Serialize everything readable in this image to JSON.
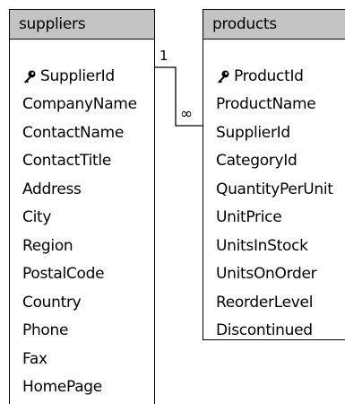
{
  "tables": [
    {
      "name": "suppliers",
      "fields": [
        {
          "label": "SupplierId",
          "key": true
        },
        {
          "label": "CompanyName",
          "key": false
        },
        {
          "label": "ContactName",
          "key": false
        },
        {
          "label": "ContactTitle",
          "key": false
        },
        {
          "label": "Address",
          "key": false
        },
        {
          "label": "City",
          "key": false
        },
        {
          "label": "Region",
          "key": false
        },
        {
          "label": "PostalCode",
          "key": false
        },
        {
          "label": "Country",
          "key": false
        },
        {
          "label": "Phone",
          "key": false
        },
        {
          "label": "Fax",
          "key": false
        },
        {
          "label": "HomePage",
          "key": false
        }
      ]
    },
    {
      "name": "products",
      "fields": [
        {
          "label": "ProductId",
          "key": true
        },
        {
          "label": "ProductName",
          "key": false
        },
        {
          "label": "SupplierId",
          "key": false
        },
        {
          "label": "CategoryId",
          "key": false
        },
        {
          "label": "QuantityPerUnit",
          "key": false
        },
        {
          "label": "UnitPrice",
          "key": false
        },
        {
          "label": "UnitsInStock",
          "key": false
        },
        {
          "label": "UnitsOnOrder",
          "key": false
        },
        {
          "label": "ReorderLevel",
          "key": false
        },
        {
          "label": "Discontinued",
          "key": false
        }
      ]
    }
  ],
  "relationship": {
    "one_label": "1",
    "many_label": "∞"
  },
  "colors": {
    "header_bg": "#c4c4c4",
    "line": "#000000",
    "text": "#000000"
  },
  "icons": {
    "primary_key": "key-icon"
  }
}
